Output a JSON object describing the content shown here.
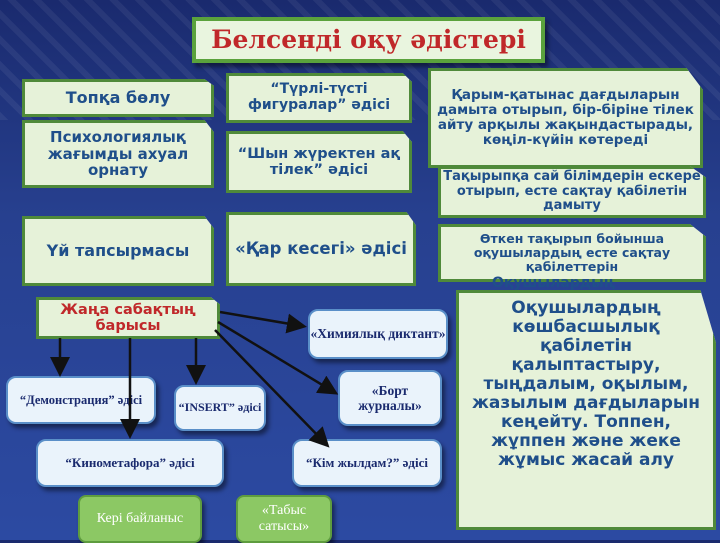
{
  "title": "Белсенді оқу әдістері",
  "boxes": {
    "topka_bolu": "Топқа бөлу",
    "figures": "“Түрлі-түсті фигуралар” әдісі",
    "qarym": "Қарым-қатынас дағдыларын дамыта отырып, бір-біріне тілек айту арқылы жақындастырады, көңіл-күйін көтереді",
    "psych": "Психологиялық жағымды ахуал орнату",
    "shyn": "“Шын жүректен ақ тілек” әдісі",
    "taqyryp": "Тақырыпқа сай білімдерін ескере отырып, есте сақтау қабілетін дамыту",
    "uy": "Үй тапсырмасы",
    "qar": "«Қар кесегі» әдісі",
    "otken": "Өткен тақырып бойынша оқушылардың есте сақтау қабілеттерін",
    "zhana": "Жаңа сабақтың барысы",
    "himiya": "«Химиялық диктант»",
    "bort": "«Борт журналы»",
    "okushy_overlap": "Оқушылардың",
    "big": "Оқушылардың көшбасшылық қабілетін қалыптастыру, тыңдалым, оқылым, жазылым дағдыларын кеңейту. Топпен, жұппен және жеке жұмыс жасай алу",
    "demo": "“Демонстрация” әдісі",
    "insert": "“INSERT” әдісі",
    "kino": "“Кинометафора” әдісі",
    "kim": "“Кім жылдам?” әдісі",
    "keri": "Кері байланыс",
    "tabys": "«Табыс сатысы»"
  }
}
